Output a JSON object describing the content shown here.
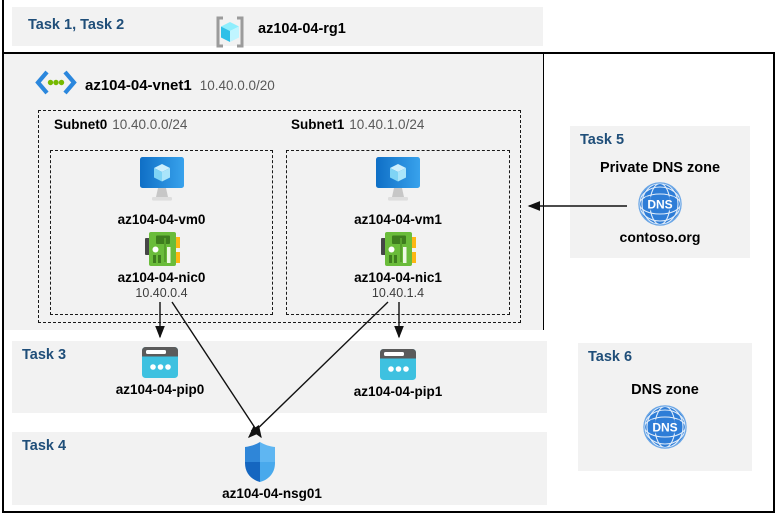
{
  "title_band": {
    "label": "Task 1, Task 2",
    "resource_group": "az104-04-rg1"
  },
  "vnet": {
    "name": "az104-04-vnet1",
    "cidr": "10.40.0.0/20"
  },
  "subnets": [
    {
      "name": "Subnet0",
      "cidr": "10.40.0.0/24",
      "vm": "az104-04-vm0",
      "nic": "az104-04-nic0",
      "ip": "10.40.0.4"
    },
    {
      "name": "Subnet1",
      "cidr": "10.40.1.0/24",
      "vm": "az104-04-vm1",
      "nic": "az104-04-nic1",
      "ip": "10.40.1.4"
    }
  ],
  "task3": {
    "label": "Task 3",
    "pip0": "az104-04-pip0",
    "pip1": "az104-04-pip1"
  },
  "task4": {
    "label": "Task 4",
    "nsg": "az104-04-nsg01"
  },
  "task5": {
    "label": "Task 5",
    "title": "Private DNS zone",
    "zone": "contoso.org",
    "dns_icon_label": "DNS"
  },
  "task6": {
    "label": "Task 6",
    "title": "DNS zone",
    "dns_icon_label": "DNS"
  },
  "colors": {
    "task_heading": "#1f4e79",
    "panel_gray": "#f2f2f2",
    "secondary_text": "#595959",
    "pip_cyan": "#3ec1e0",
    "nic_green": "#6abc3a",
    "dns_blue": "#2e7dd7"
  }
}
